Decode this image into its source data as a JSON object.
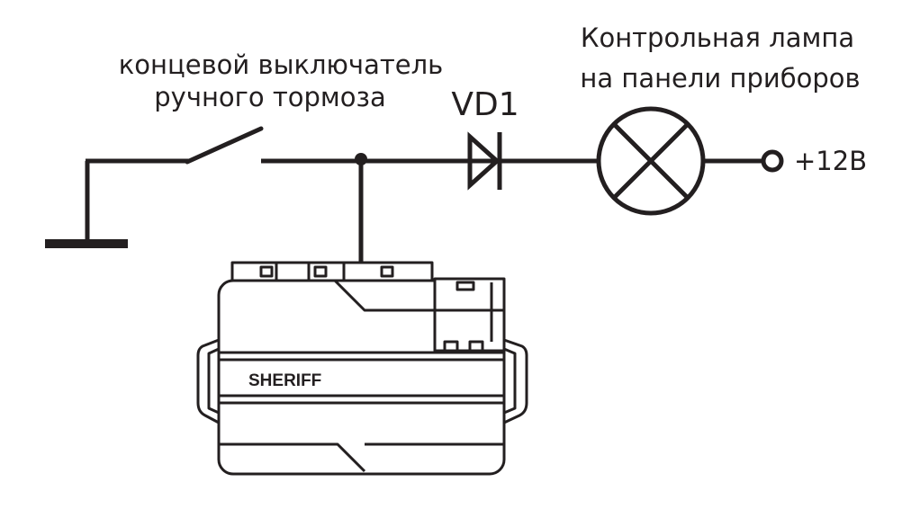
{
  "diagram": {
    "switch_label": {
      "line1": "концевой выключатель",
      "line2": "ручного тормоза"
    },
    "diode_label": "VD1",
    "lamp_label": {
      "line1": "Контрольная лампа",
      "line2": "на панели приборов"
    },
    "supply_label": "+12В",
    "module_brand": "SHERIFF"
  },
  "colors": {
    "line": "#231f20",
    "background": "#ffffff"
  }
}
